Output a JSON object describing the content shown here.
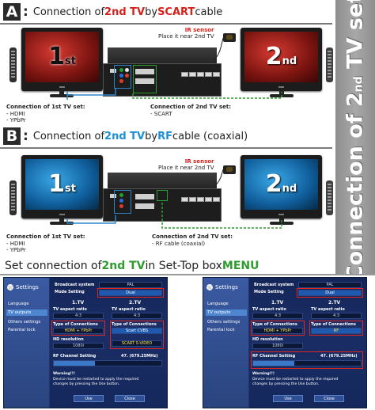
{
  "sections": {
    "a": {
      "letter": "A",
      "title_pre": "Connection of ",
      "title_tv": "2nd TV",
      "title_mid": " by ",
      "title_cable": "SCART",
      "title_post": " cable"
    },
    "b": {
      "letter": "B",
      "title_pre": "Connection of ",
      "title_tv": "2nd TV",
      "title_mid": " by ",
      "title_cable": "RF",
      "title_post": " cable (coaxial)"
    },
    "c": {
      "title_pre": "Set connection of ",
      "title_tv": "2nd TV",
      "title_mid": " in Set-Top box ",
      "title_menu": "MENU"
    }
  },
  "banner": {
    "text_pre": "Connection of 2",
    "suffix": "nd",
    "text_post": " TV set"
  },
  "tv_labels": {
    "first_num": "1",
    "first_suf": "st",
    "second_num": "2",
    "second_suf": "nd"
  },
  "ir": {
    "line1": "IR sensor",
    "line2": "Place it near 2nd TV"
  },
  "labels_a": {
    "tv1_header": "Connection of 1st TV set:",
    "tv1_items": [
      "- HDMI",
      "- YPbPr"
    ],
    "tv2_header": "Connection of 2nd TV set:",
    "tv2_items": [
      "- SCART"
    ]
  },
  "labels_b": {
    "tv1_header": "Connection of 1st TV set:",
    "tv1_items": [
      "- HDMI",
      "- YPbPr"
    ],
    "tv2_header": "Connection of 2nd TV set:",
    "tv2_items": [
      "- RF cable (coaxial)"
    ]
  },
  "menu_left": {
    "title": "Settings",
    "items": [
      "Language",
      "TV outputs",
      "Others settings",
      "Parental lock"
    ],
    "selected_index": 1,
    "broadcast_label": "Broadcast system",
    "broadcast_value": "PAL",
    "mode_label": "Mode Setting",
    "mode_value": "Dual",
    "tv1_label": "1.TV",
    "tv2_label": "2.TV",
    "aspect_label": "TV aspect ratio",
    "tv1_aspect": "4:3",
    "tv2_aspect": "4:3",
    "conn_label": "Type of Connections",
    "tv1_conn": "HDMI + YPbPr",
    "tv2_conn": "Scart CVBS",
    "hd_label": "HD resolution",
    "hd_value": "1080i",
    "tv2_conn_opt": "SCART S-VIDEO",
    "rf_label": "RF Channel Setting",
    "rf_value": "47. (679.25MHz)",
    "rf_fraction": 0.38,
    "warning_title": "Warning!!!",
    "warning_line1": "Device must be restarted to apply the required",
    "warning_line2": "changes by pressing the Use button.",
    "use_btn": "Use",
    "close_btn": "Close"
  },
  "menu_right": {
    "title": "Settings",
    "items": [
      "Language",
      "TV outputs",
      "Others settings",
      "Parental lock"
    ],
    "selected_index": 1,
    "broadcast_label": "Broadcast system",
    "broadcast_value": "PAL",
    "mode_label": "Mode Setting",
    "mode_value": "Dual",
    "tv1_label": "1.TV",
    "tv2_label": "2.TV",
    "aspect_label": "TV aspect ratio",
    "tv1_aspect": "4:3",
    "tv2_aspect": "4:3",
    "conn_label": "Type of Connections",
    "tv1_conn": "HDMI + YPbPr",
    "tv2_conn": "RF",
    "hd_label": "HD resolution",
    "hd_value": "1080i",
    "rf_label": "RF Channel Setting",
    "rf_value": "47. (679.25MHz)",
    "rf_fraction": 0.38,
    "warning_title": "Warning!!!",
    "warning_line1": "Device must be restarted to apply the required",
    "warning_line2": "changes by pressing the Use button.",
    "use_btn": "Use",
    "close_btn": "Close"
  },
  "colors": {
    "accent_red": "#d6201b",
    "accent_blue": "#1a8fd6",
    "accent_green": "#2e9b2e",
    "banner_gray": "#9a9a9a",
    "menu_bg": "#20356e"
  }
}
